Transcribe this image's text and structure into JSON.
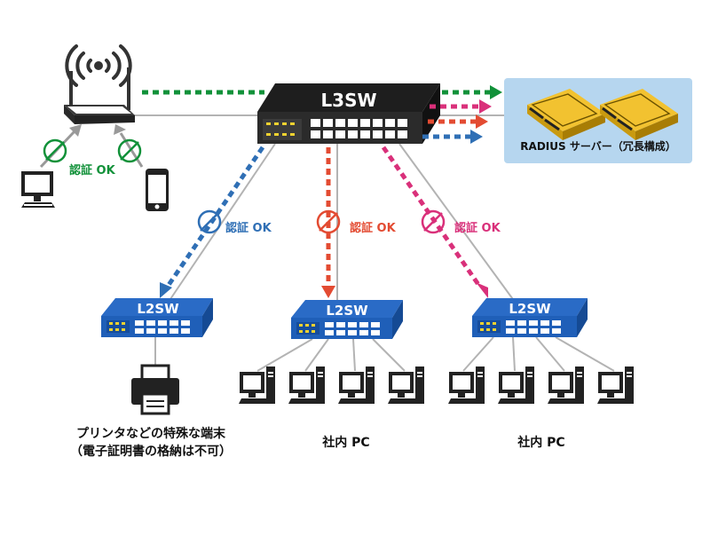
{
  "title": "",
  "core_switch": {
    "label": "L3SW"
  },
  "radius": {
    "label": "RADIUS サーバー（冗長構成）"
  },
  "access_switches": [
    {
      "label": "L2SW"
    },
    {
      "label": "L2SW"
    },
    {
      "label": "L2SW"
    }
  ],
  "auth_labels": {
    "wireless": "認証 OK",
    "printer_side": "認証 OK",
    "pc_group_1": "認証 OK",
    "pc_group_2": "認証 OK"
  },
  "captions": {
    "printer_line1": "プリンタなどの特殊な端末",
    "printer_line2": "（電子証明書の格納は不可）",
    "pc_group_1": "社内 PC",
    "pc_group_2": "社内 PC"
  },
  "colors": {
    "green": "#119139",
    "blue": "#2f6fb5",
    "red": "#e34b32",
    "magenta": "#d9307a",
    "link_gray": "#b3b3b3",
    "radius_panel": "#b6d6ef",
    "l2_switch": "#1f5fb8"
  },
  "icons": {
    "router": "wifi-router-icon",
    "laptop": "desktop-pc-icon",
    "phone": "smartphone-icon",
    "printer": "printer-icon",
    "server": "rack-server-icon"
  }
}
